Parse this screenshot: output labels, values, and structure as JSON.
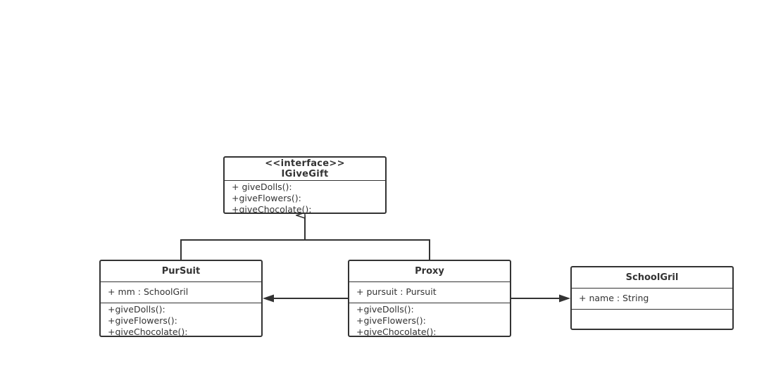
{
  "colors": {
    "stroke": "#333333",
    "background": "#ffffff",
    "text": "#333333"
  },
  "classes": {
    "igivegift": {
      "stereotype": "<<interface>>",
      "name": "IGiveGift",
      "operations": [
        "+ giveDolls():",
        "+giveFlowers():",
        "+giveChocolate():"
      ]
    },
    "pursuit": {
      "name": "PurSuit",
      "attributes": [
        "+ mm : SchoolGril"
      ],
      "operations": [
        "+giveDolls():",
        "+giveFlowers():",
        "+giveChocolate():"
      ]
    },
    "proxy": {
      "name": "Proxy",
      "attributes": [
        "+ pursuit : Pursuit"
      ],
      "operations": [
        "+giveDolls():",
        "+giveFlowers():",
        "+giveChocolate():"
      ]
    },
    "schoolgril": {
      "name": "SchoolGril",
      "attributes": [
        "+ name : String"
      ],
      "operations": []
    }
  },
  "relationships": [
    {
      "type": "realization",
      "from": "pursuit",
      "to": "igivegift"
    },
    {
      "type": "realization",
      "from": "proxy",
      "to": "igivegift"
    },
    {
      "type": "association",
      "from": "proxy",
      "to": "pursuit"
    },
    {
      "type": "association",
      "from": "proxy",
      "to": "schoolgril"
    }
  ]
}
